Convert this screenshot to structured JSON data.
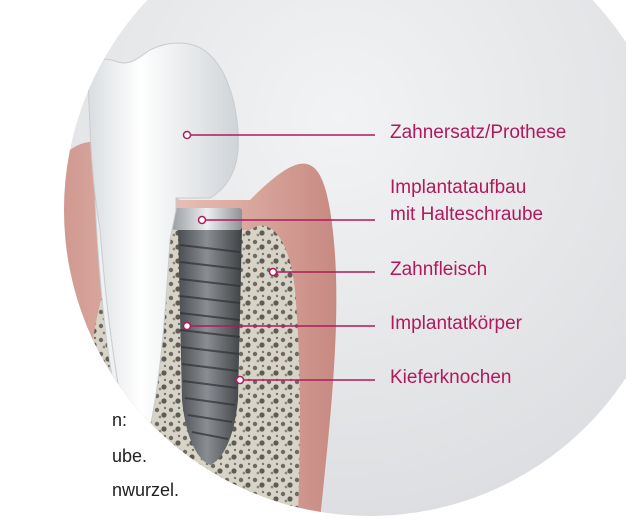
{
  "labels": {
    "prosthesis": "Zahnersatz/Prothese",
    "abutment_line1": "Implantataufbau",
    "abutment_line2": "mit Halteschraube",
    "gum": "Zahnfleisch",
    "implant_body": "Implantatkörper",
    "jawbone": "Kieferknochen"
  },
  "background_text": {
    "line1": "n:",
    "line2": "ube.",
    "line3": "nwurzel."
  },
  "colors": {
    "accent": "#b0195e",
    "circle_bg": "#e6e7e9",
    "gum": "#d9a49a",
    "tooth": "#f4f6f7",
    "implant": "#6b6e72",
    "bone": "#d7d3c8"
  }
}
